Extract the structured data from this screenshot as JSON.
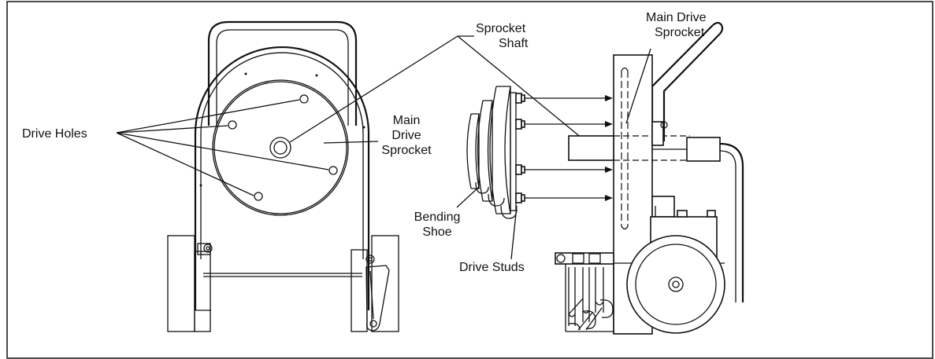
{
  "labels": {
    "drive_holes": "Drive Holes",
    "main_drive_sprocket_left": [
      "Main",
      "Drive",
      "Sprocket"
    ],
    "sprocket_shaft": [
      "Sprocket",
      "Shaft"
    ],
    "main_drive_sprocket_right": [
      "Main Drive",
      "Sprocket"
    ],
    "bending_shoe": [
      "Bending",
      "Shoe"
    ],
    "drive_studs": "Drive Studs"
  },
  "colors": {
    "line": "#111111",
    "background": "#ffffff"
  }
}
